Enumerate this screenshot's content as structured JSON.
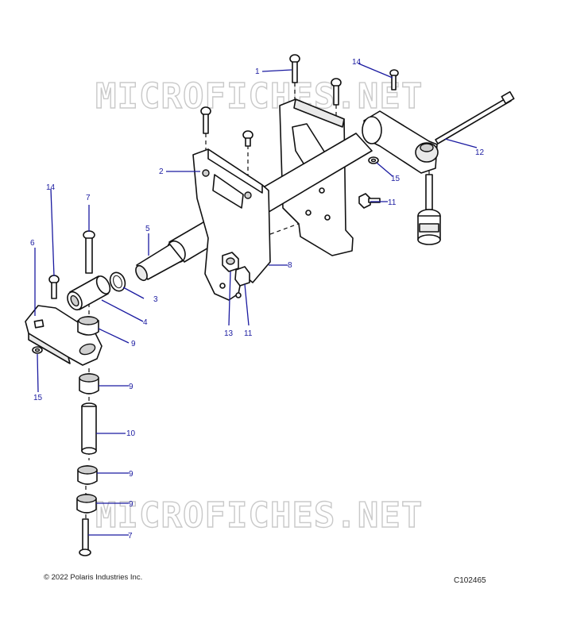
{
  "watermark": {
    "text": "MICROFICHES.NET"
  },
  "callouts": [
    {
      "id": "c1",
      "label": "1"
    },
    {
      "id": "c2",
      "label": "2"
    },
    {
      "id": "c3",
      "label": "3"
    },
    {
      "id": "c4",
      "label": "4"
    },
    {
      "id": "c5",
      "label": "5"
    },
    {
      "id": "c6",
      "label": "6"
    },
    {
      "id": "c7a",
      "label": "7"
    },
    {
      "id": "c7b",
      "label": "7"
    },
    {
      "id": "c8",
      "label": "8"
    },
    {
      "id": "c9a",
      "label": "9"
    },
    {
      "id": "c9b",
      "label": "9"
    },
    {
      "id": "c9c",
      "label": "9"
    },
    {
      "id": "c9d",
      "label": "9"
    },
    {
      "id": "c10",
      "label": "10"
    },
    {
      "id": "c11a",
      "label": "11"
    },
    {
      "id": "c11b",
      "label": "11"
    },
    {
      "id": "c12",
      "label": "12"
    },
    {
      "id": "c13",
      "label": "13"
    },
    {
      "id": "c14a",
      "label": "14"
    },
    {
      "id": "c14b",
      "label": "14"
    },
    {
      "id": "c15a",
      "label": "15"
    },
    {
      "id": "c15b",
      "label": "15"
    }
  ],
  "footer": {
    "copyright": "© 2022 Polaris Industries Inc.",
    "figure_code": "C102465"
  }
}
